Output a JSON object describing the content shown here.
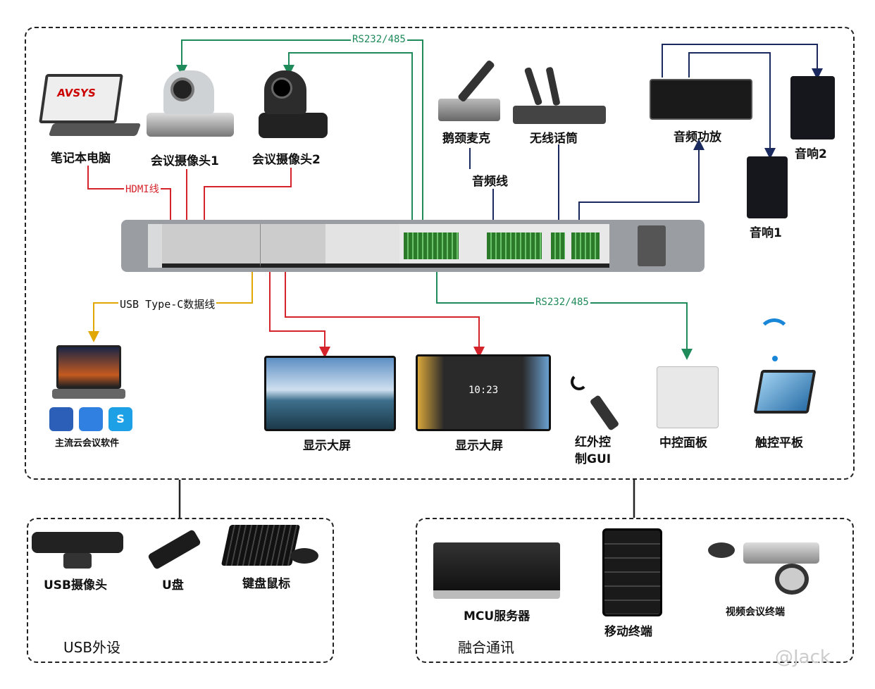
{
  "devices_top": {
    "laptop": "笔记本电脑",
    "camera1": "会议摄像头1",
    "camera2": "会议摄像头2",
    "gooseneck_mic": "鹅颈麦克",
    "wireless_mic": "无线话筒",
    "amplifier": "音频功放",
    "speaker2": "音响2",
    "speaker1": "音响1"
  },
  "cables": {
    "hdmi": "HDMI线",
    "rs232_top": "RS232/485",
    "audio": "音频线",
    "usb_c": "USB Type-C数据线",
    "rs232_bottom": "RS232/485"
  },
  "devices_bottom": {
    "cloud_software": "主流云会议软件",
    "display1": "显示大屏",
    "display2": "显示大屏",
    "ir_control": "红外控制GUI",
    "control_panel": "中控面板",
    "touch_tablet": "触控平板"
  },
  "display_clock": "10:23",
  "laptop_logo": "AVSYS",
  "usb_group": {
    "title": "USB外设",
    "usb_camera": "USB摄像头",
    "u_disk": "U盘",
    "keyboard_mouse": "键盘鼠标"
  },
  "comm_group": {
    "title": "融合通讯",
    "mcu": "MCU服务器",
    "mobile": "移动终端",
    "video_terminal": "视频会议终端"
  },
  "watermark": "@Jack",
  "colors": {
    "hdmi": "#d4232a",
    "rs232": "#1f8a5a",
    "audio": "#1b2a5e",
    "usb": "#e0a800"
  }
}
